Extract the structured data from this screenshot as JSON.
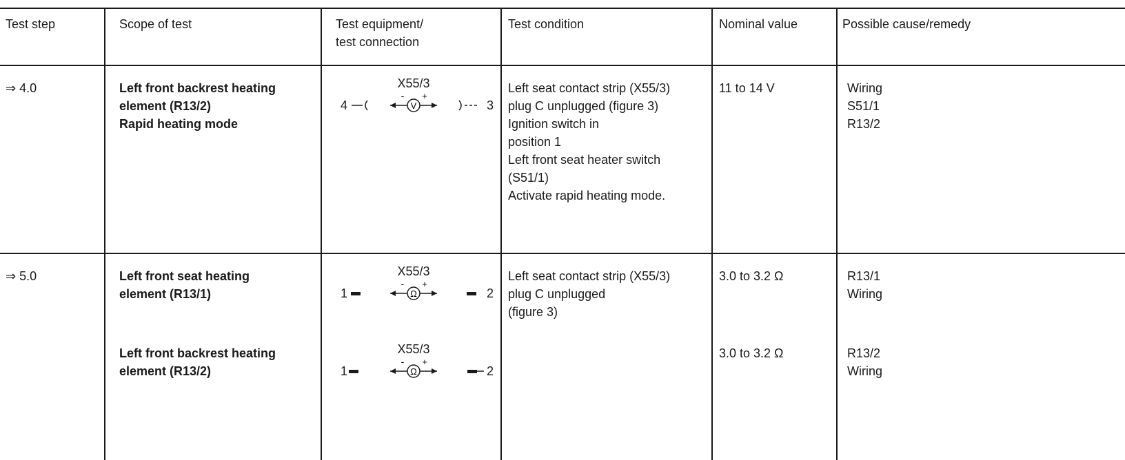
{
  "headers": {
    "test_step": "Test step",
    "scope": "Scope of test",
    "equipment_line1": "Test equipment/",
    "equipment_line2": "test connection",
    "condition": "Test condition",
    "nominal": "Nominal value",
    "cause": "Possible cause/remedy"
  },
  "rows": [
    {
      "step": "⇒ 4.0",
      "scope": [
        "Left front backrest heating",
        "element (R13/2)",
        "Rapid heating mode"
      ],
      "connection": {
        "label": "X55/3",
        "pin_left": "4",
        "pin_right": "3",
        "meter": "V",
        "minus": "-",
        "plus": "+"
      },
      "condition": [
        "Left seat contact strip (X55/3)",
        "plug C unplugged (figure 3)",
        "Ignition switch in",
        "position 1",
        "Left front seat heater switch",
        "(S51/1)",
        "Activate rapid heating mode."
      ],
      "nominal": "11 to 14 V",
      "cause": [
        "Wiring",
        "S51/1",
        "R13/2"
      ]
    },
    {
      "step": "⇒ 5.0",
      "scope": [
        "Left front seat heating",
        "element (R13/1)"
      ],
      "connection": {
        "label": "X55/3",
        "pin_left": "1",
        "pin_right": "2",
        "meter": "Ω",
        "minus": "-",
        "plus": "+"
      },
      "condition": [
        "Left seat contact strip (X55/3)",
        "plug C unplugged",
        "(figure 3)"
      ],
      "nominal": "3.0 to 3.2 Ω",
      "cause": [
        "R13/1",
        "Wiring"
      ]
    },
    {
      "step": "",
      "scope": [
        "Left front backrest heating",
        "element (R13/2)"
      ],
      "connection": {
        "label": "X55/3",
        "pin_left": "1",
        "pin_right": "2",
        "meter": "Ω",
        "minus": "-",
        "plus": "+"
      },
      "condition": [],
      "nominal": "3.0 to 3.2 Ω",
      "cause": [
        "R13/2",
        "Wiring"
      ]
    }
  ]
}
